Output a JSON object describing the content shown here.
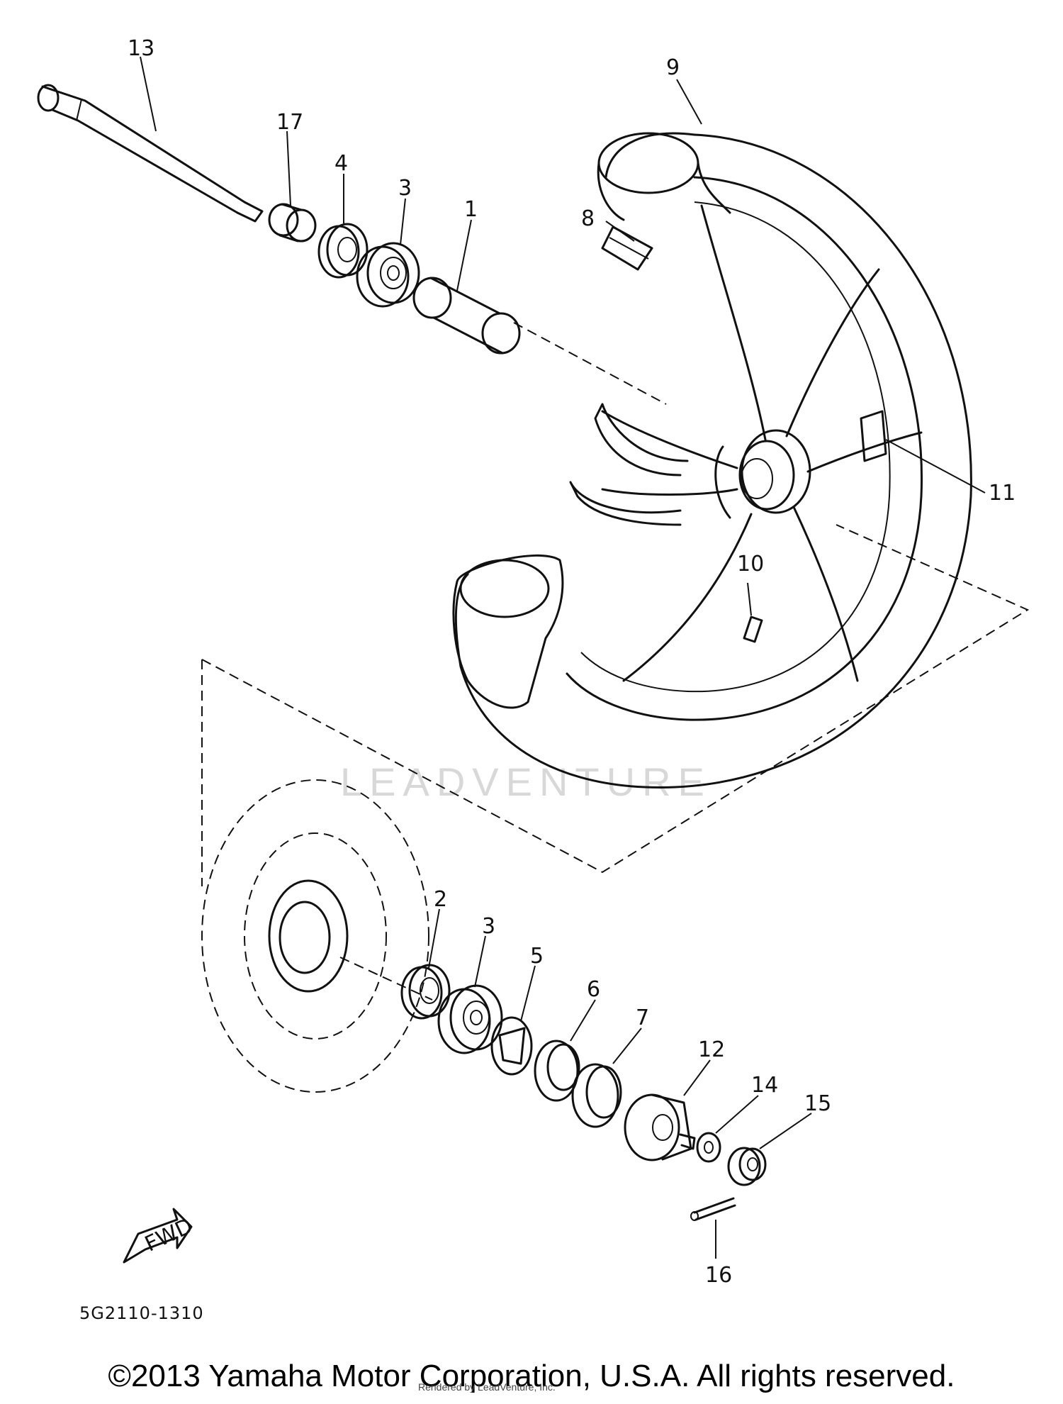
{
  "diagram_code": "5G2110-1310",
  "copyright": "©2013 Yamaha Motor Corporation, U.S.A. All rights reserved.",
  "sub_credit": "Rendered by LeadVenture, Inc.",
  "watermark": "LEADVENTURE",
  "fwd_label": "FWD",
  "parts": {
    "p1": "1",
    "p2": "2",
    "p3a": "3",
    "p3b": "3",
    "p4": "4",
    "p5": "5",
    "p6": "6",
    "p7": "7",
    "p8": "8",
    "p9": "9",
    "p10": "10",
    "p11": "11",
    "p12": "12",
    "p13": "13",
    "p14": "14",
    "p15": "15",
    "p16": "16",
    "p17": "17"
  }
}
